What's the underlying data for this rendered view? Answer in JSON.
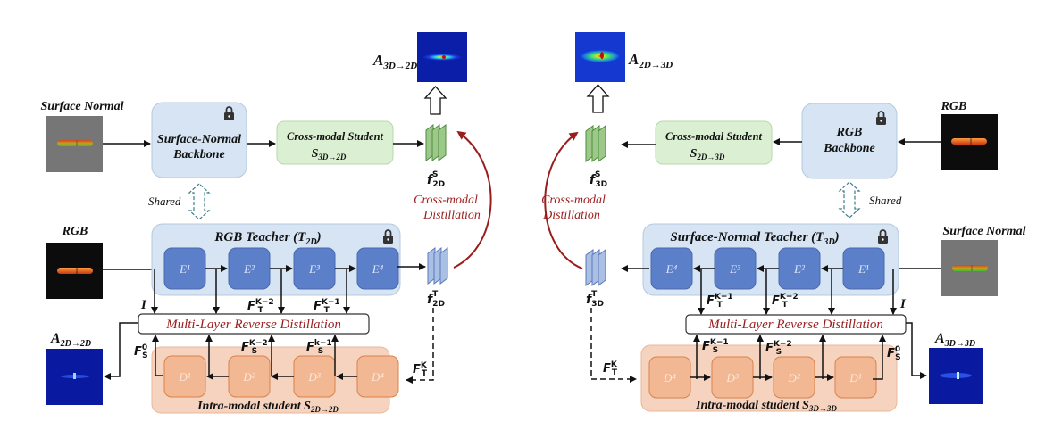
{
  "left": {
    "input_top_label": "Surface Normal",
    "backbone_title_1": "Surface-Normal",
    "backbone_title_2": "Backbone",
    "shared_label": "Shared",
    "cross_student_title": "Cross-modal Student",
    "cross_student_sub": "S",
    "cross_student_sub_idx": "3D→2D",
    "feat_student": {
      "base": "f",
      "sup": "S",
      "sub": "2D"
    },
    "anomaly_top": {
      "base": "A",
      "sub": "3D→2D"
    },
    "input_mid_label": "RGB",
    "teacher_title": "RGB Teacher (T",
    "teacher_sub": "2D",
    "teacher_close": ")",
    "encoders": [
      "E¹",
      "E²",
      "E³",
      "E⁴"
    ],
    "feat_teacher": {
      "base": "f",
      "sup": "T",
      "sub": "2D"
    },
    "mlrd_label": "Multi-Layer Reverse Distillation",
    "I_label": "I",
    "ft_k2": {
      "base": "F",
      "sup": "K−2",
      "sub": "T"
    },
    "ft_k1": {
      "base": "F",
      "sup": "K−1",
      "sub": "T"
    },
    "fs_0": {
      "base": "F",
      "sup": "0",
      "sub": "S"
    },
    "fs_k2": {
      "base": "F",
      "sup": "K−2",
      "sub": "S"
    },
    "fs_k1": {
      "base": "F",
      "sup": "k−1",
      "sub": "S"
    },
    "ft_k": {
      "base": "F",
      "sup": "K",
      "sub": "T"
    },
    "decoders": [
      "D¹",
      "D²",
      "D³",
      "D⁴"
    ],
    "intra_student": "Intra-modal student S",
    "intra_sub": "2D→2D",
    "anomaly_bottom": {
      "base": "A",
      "sub": "2D→2D"
    },
    "cross_distill_1": "Cross-modal",
    "cross_distill_2": "Distillation"
  },
  "right": {
    "input_top_label": "RGB",
    "backbone_title_1": "RGB",
    "backbone_title_2": "Backbone",
    "shared_label": "Shared",
    "cross_student_title": "Cross-modal Student",
    "cross_student_sub": "S",
    "cross_student_sub_idx": "2D→3D",
    "feat_student": {
      "base": "f",
      "sup": "S",
      "sub": "3D"
    },
    "anomaly_top": {
      "base": "A",
      "sub": "2D→3D"
    },
    "input_mid_label": "Surface Normal",
    "teacher_title": "Surface-Normal Teacher (T",
    "teacher_sub": "3D",
    "teacher_close": ")",
    "encoders": [
      "E⁴",
      "E³",
      "E²",
      "E¹"
    ],
    "feat_teacher": {
      "base": "f",
      "sup": "T",
      "sub": "3D"
    },
    "mlrd_label": "Multi-Layer Reverse Distillation",
    "I_label": "I",
    "ft_k1": {
      "base": "F",
      "sup": "K−1",
      "sub": "T"
    },
    "ft_k2": {
      "base": "F",
      "sup": "K−2",
      "sub": "T"
    },
    "fs_k1": {
      "base": "F",
      "sup": "K−1",
      "sub": "S"
    },
    "fs_k2": {
      "base": "F",
      "sup": "K−2",
      "sub": "S"
    },
    "fs_0": {
      "base": "F",
      "sup": "0",
      "sub": "S"
    },
    "ft_k": {
      "base": "F",
      "sup": "K",
      "sub": "T"
    },
    "decoders": [
      "D⁴",
      "D³",
      "D²",
      "D¹"
    ],
    "intra_student": "Intra-modal student S",
    "intra_sub": "3D→3D",
    "anomaly_bottom": {
      "base": "A",
      "sub": "3D→3D"
    },
    "cross_distill_1": "Cross-modal",
    "cross_distill_2": "Distillation"
  },
  "colors": {
    "backbone_fill": "#d6e4f3",
    "teacher_fill": "#d6e4f3",
    "encoder_fill": "#5b7fc8",
    "student_fill": "#f6d3bf",
    "decoder_fill": "#f2b894",
    "decoder_stroke": "#d9824a",
    "cross_student_fill": "#dbefd3",
    "feat_student_fill": "#9cc98a",
    "feat_teacher_fill": "#a9bfe3",
    "distill_red": "#9b1c1c",
    "anomaly_bg": "#0a1ea8"
  }
}
